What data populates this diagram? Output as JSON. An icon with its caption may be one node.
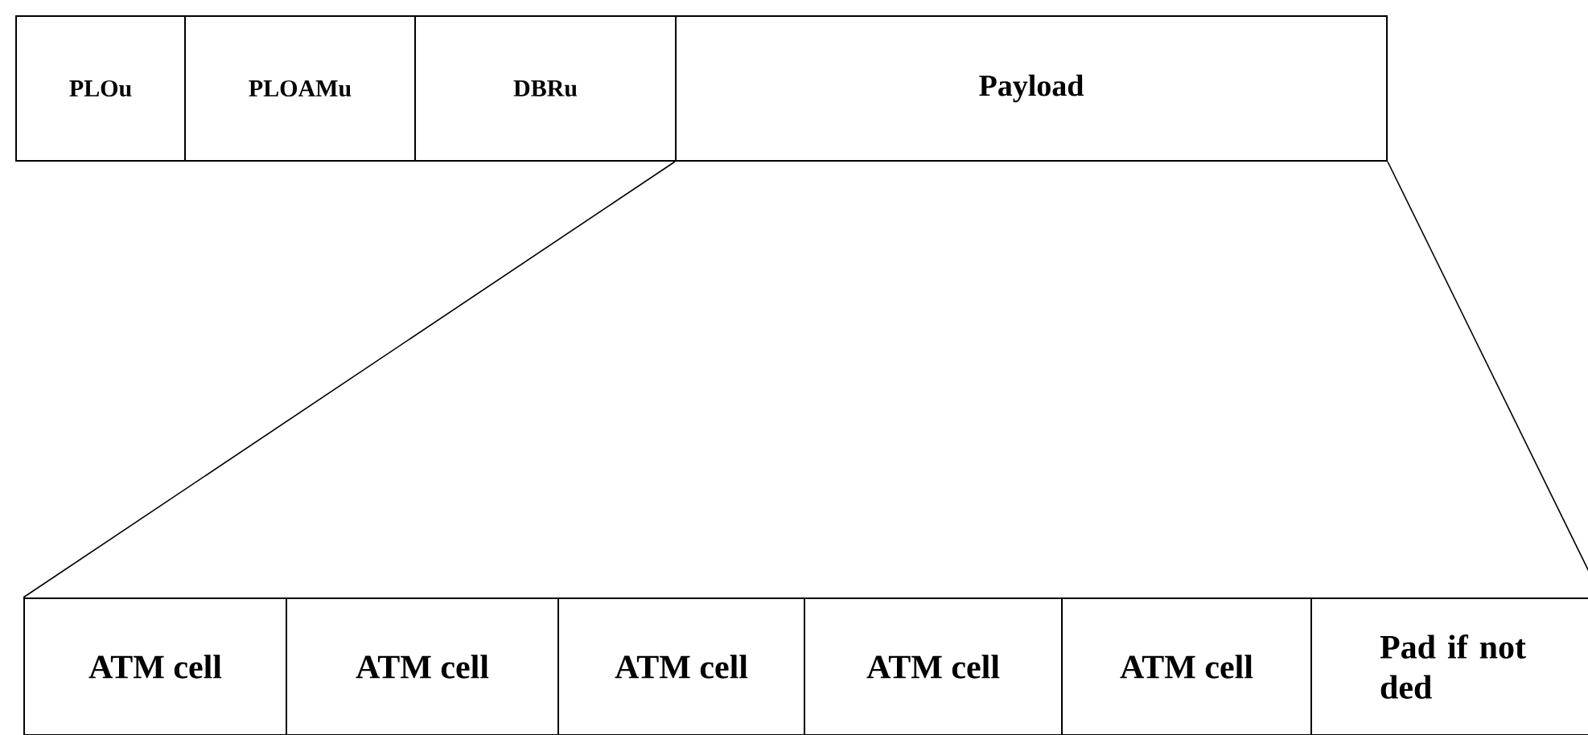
{
  "diagram": {
    "nodes": [
      {
        "text": [
          "PLOu"
        ]
      },
      {
        "text": [
          "PLOAMu"
        ]
      },
      {
        "text": [
          "DBRu"
        ]
      },
      {
        "text": [
          "Payload"
        ]
      },
      {
        "text": [
          "ATM cell"
        ]
      },
      {
        "text": [
          "ATM cell"
        ]
      },
      {
        "text": [
          "ATM cell"
        ]
      },
      {
        "text": [
          "ATM cell"
        ]
      },
      {
        "text": [
          "ATM cell"
        ]
      },
      {
        "text": [
          "Pad if not ded"
        ]
      }
    ],
    "edges": [
      {
        "from": 3,
        "to": 4,
        "arrow": "none"
      },
      {
        "from": 3,
        "to": 9,
        "arrow": "none"
      }
    ]
  }
}
